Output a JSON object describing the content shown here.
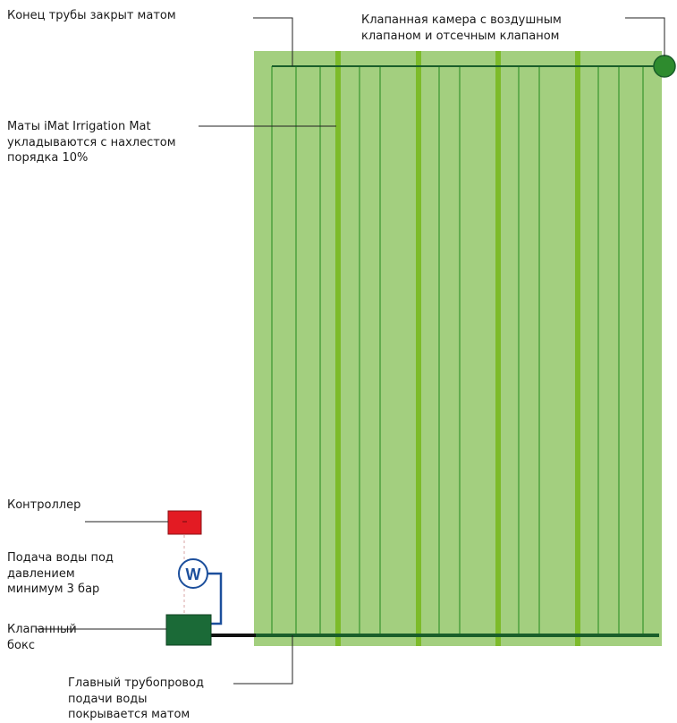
{
  "labels": {
    "pipe_end": "Конец трубы закрыт матом",
    "valve_chamber": "Клапанная камера с воздушным\nклапаном и отсечным клапаном",
    "mats": "Маты iMat Irrigation Mat\nукладываются с нахлестом\nпорядка 10%",
    "controller": "Контроллер",
    "water_supply": "Подача воды под\nдавлением\nминимум 3 бар",
    "valve_box": "Клапанный\nбокс",
    "main_pipe": "Главный трубопровод\nподачи воды\nпокрывается матом"
  },
  "meter_symbol": "W",
  "colors": {
    "mat_fill": "#a3cf7f",
    "mat_line": "#3f9a35",
    "strip": "#7dbb2a",
    "pipe": "#1a5e2a",
    "valve_chamber": "#2e8b2e",
    "controller": "#e31b23",
    "valve_box": "#1b6a37",
    "meter": "#1c4f9c",
    "leader": "#222222"
  }
}
